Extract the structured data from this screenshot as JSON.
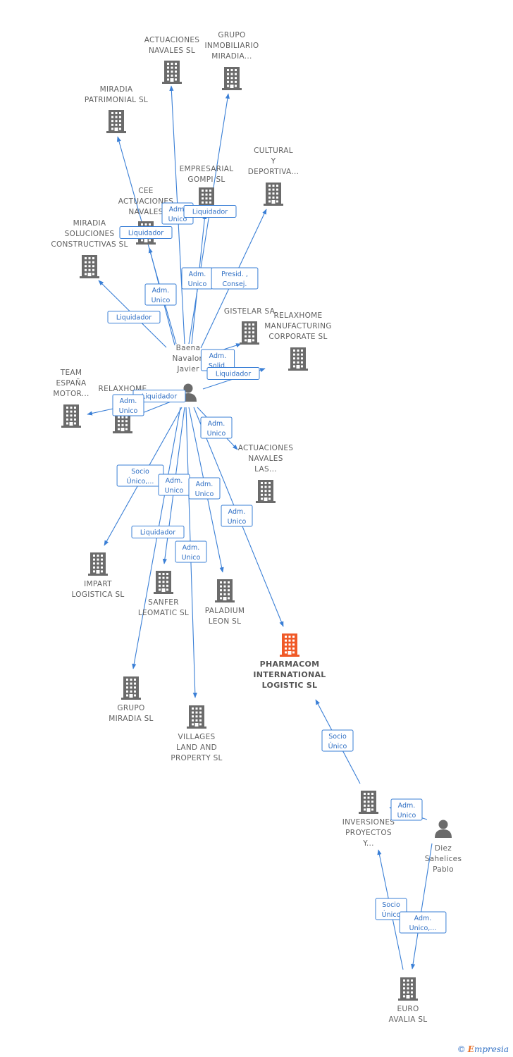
{
  "colors": {
    "edge": "#3a7fd6",
    "building": "#6b6b6b",
    "focus": "#f05a28",
    "person": "#6b6b6b"
  },
  "nodes": [
    {
      "id": "actuaciones_navales_sl",
      "kind": "company",
      "lines": [
        "ACTUACIONES",
        "NAVALES  SL"
      ]
    },
    {
      "id": "grupo_inmobiliario",
      "kind": "company",
      "lines": [
        "GRUPO",
        "INMOBILIARIO",
        "MIRADIA..."
      ]
    },
    {
      "id": "miradia_patrimonial",
      "kind": "company",
      "lines": [
        "MIRADIA",
        "PATRIMONIAL SL"
      ]
    },
    {
      "id": "cultural_deportiva",
      "kind": "company",
      "lines": [
        "CULTURAL",
        "Y",
        "DEPORTIVA..."
      ]
    },
    {
      "id": "empresarial_gompi",
      "kind": "company",
      "lines": [
        "EMPRESARIAL",
        "GOMPI SL"
      ]
    },
    {
      "id": "cee_actuaciones",
      "kind": "company",
      "lines": [
        "CEE",
        "ACTUACIONES",
        "NAVALES"
      ]
    },
    {
      "id": "miradia_soluciones",
      "kind": "company",
      "lines": [
        "MIRADIA",
        "SOLUCIONES",
        "CONSTRUCTIVAS SL"
      ]
    },
    {
      "id": "gistelar",
      "kind": "company",
      "lines": [
        "GISTELAR SA"
      ]
    },
    {
      "id": "relaxhome_manufacturing",
      "kind": "company",
      "lines": [
        "RELAXHOME",
        "MANUFACTURING",
        "CORPORATE SL"
      ]
    },
    {
      "id": "team_espana",
      "kind": "company",
      "lines": [
        "TEAM",
        "ESPAÑA",
        "MOTOR..."
      ]
    },
    {
      "id": "relaxhome_living",
      "kind": "company",
      "lines": [
        "RELAXHOME",
        "LIV..."
      ]
    },
    {
      "id": "baena",
      "kind": "person",
      "lines": [
        "Baena",
        "Navalon",
        "Javier"
      ]
    },
    {
      "id": "actuaciones_navales_las",
      "kind": "company",
      "lines": [
        "ACTUACIONES",
        "NAVALES",
        "LAS..."
      ]
    },
    {
      "id": "impart_logistica",
      "kind": "company",
      "lines": [
        "IMPART",
        "LOGISTICA SL"
      ]
    },
    {
      "id": "sanfer_leomatic",
      "kind": "company",
      "lines": [
        "SANFER",
        "LEOMATIC SL"
      ]
    },
    {
      "id": "paladium_leon",
      "kind": "company",
      "lines": [
        "PALADIUM",
        "LEON SL"
      ]
    },
    {
      "id": "pharmacom",
      "kind": "focus",
      "lines": [
        "PHARMACOM",
        "INTERNATIONAL",
        "LOGISTIC  SL"
      ]
    },
    {
      "id": "grupo_miradia",
      "kind": "company",
      "lines": [
        "GRUPO",
        "MIRADIA SL"
      ]
    },
    {
      "id": "villages_land",
      "kind": "company",
      "lines": [
        "VILLAGES",
        "LAND AND",
        "PROPERTY SL"
      ]
    },
    {
      "id": "inversiones_proyectos",
      "kind": "company",
      "lines": [
        "INVERSIONES",
        "PROYECTOS",
        "Y..."
      ]
    },
    {
      "id": "diez_sahelices",
      "kind": "person",
      "lines": [
        "Diez",
        "Sahelices",
        "Pablo"
      ]
    },
    {
      "id": "euro_avalia",
      "kind": "company",
      "lines": [
        "EURO",
        "AVALIA  SL"
      ]
    }
  ],
  "edges": [
    {
      "from": "baena",
      "to": "actuaciones_navales_sl",
      "label": [
        "Adm.",
        "Unico"
      ]
    },
    {
      "from": "baena",
      "to": "grupo_inmobiliario",
      "label": [
        "Liquidador"
      ]
    },
    {
      "from": "baena",
      "to": "miradia_patrimonial",
      "label": [
        "Adm.",
        "Unico"
      ]
    },
    {
      "from": "baena",
      "to": "empresarial_gompi",
      "label": [
        "Adm.",
        "Unico"
      ]
    },
    {
      "from": "baena",
      "to": "cultural_deportiva",
      "label": [
        "Presid. ,",
        "Consej."
      ]
    },
    {
      "from": "baena",
      "to": "cee_actuaciones",
      "label": [
        "Liquidador"
      ]
    },
    {
      "from": "baena",
      "to": "miradia_soluciones",
      "label": [
        "Liquidador"
      ]
    },
    {
      "from": "baena",
      "to": "gistelar",
      "label": [
        "Adm.",
        "Solid."
      ]
    },
    {
      "from": "baena",
      "to": "relaxhome_manufacturing",
      "label": [
        "Liquidador"
      ]
    },
    {
      "from": "baena",
      "to": "team_espana",
      "label": [
        "Liquidador"
      ]
    },
    {
      "from": "baena",
      "to": "relaxhome_living",
      "label": [
        "Adm.",
        "Unico"
      ]
    },
    {
      "from": "baena",
      "to": "actuaciones_navales_las",
      "label": [
        "Adm.",
        "Unico"
      ]
    },
    {
      "from": "baena",
      "to": "impart_logistica",
      "label": [
        "Socio",
        "Único,..."
      ]
    },
    {
      "from": "baena",
      "to": "sanfer_leomatic",
      "label": [
        "Adm.",
        "Unico"
      ]
    },
    {
      "from": "baena",
      "to": "paladium_leon",
      "label": [
        "Adm.",
        "Unico"
      ]
    },
    {
      "from": "baena",
      "to": "pharmacom",
      "label": [
        "Adm.",
        "Unico"
      ]
    },
    {
      "from": "baena",
      "to": "grupo_miradia",
      "label": [
        "Liquidador"
      ]
    },
    {
      "from": "baena",
      "to": "villages_land",
      "label": [
        "Adm.",
        "Unico"
      ]
    },
    {
      "from": "inversiones_proyectos",
      "to": "pharmacom",
      "label": [
        "Socio",
        "Único"
      ]
    },
    {
      "from": "euro_avalia",
      "to": "inversiones_proyectos",
      "label": [
        "Socio",
        "Único"
      ]
    },
    {
      "from": "diez_sahelices",
      "to": "inversiones_proyectos",
      "label": [
        "Adm.",
        "Unico"
      ]
    },
    {
      "from": "diez_sahelices",
      "to": "euro_avalia",
      "label": [
        "Adm.",
        "Unico,..."
      ]
    }
  ],
  "footer": {
    "copyright": "©",
    "brand_initial": "E",
    "brand_rest": "mpresia"
  }
}
